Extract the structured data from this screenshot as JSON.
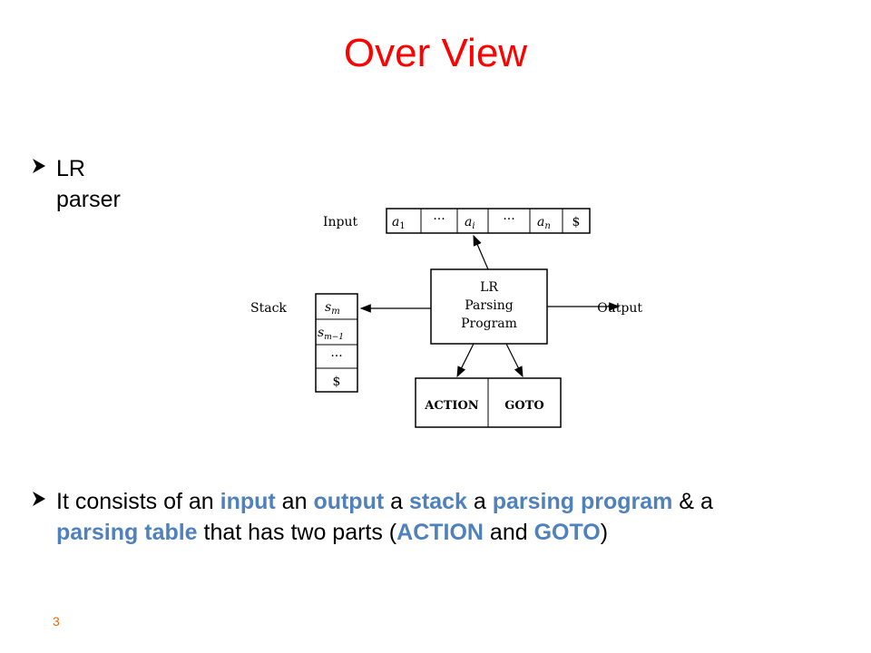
{
  "slide": {
    "title": "Over View",
    "page_number": "3"
  },
  "bullets": [
    {
      "marker": "arrow-bullet-icon",
      "text": "LR parser"
    },
    {
      "marker": "arrow-bullet-icon",
      "segments": [
        {
          "text": "It consists of an ",
          "style": "normal"
        },
        {
          "text": "input",
          "style": "highlight"
        },
        {
          "text": " an ",
          "style": "normal"
        },
        {
          "text": "output",
          "style": "highlight"
        },
        {
          "text": " a ",
          "style": "normal"
        },
        {
          "text": "stack",
          "style": "highlight"
        },
        {
          "text": " a ",
          "style": "normal"
        },
        {
          "text": "parsing program",
          "style": "highlight"
        },
        {
          "text": " & a",
          "style": "normal"
        }
      ],
      "segments_line2": [
        {
          "text": "parsing table",
          "style": "highlight"
        },
        {
          "text": " that has two parts (",
          "style": "normal"
        },
        {
          "text": "ACTION",
          "style": "highlight"
        },
        {
          "text": " and ",
          "style": "normal"
        },
        {
          "text": "GOTO",
          "style": "highlight"
        },
        {
          "text": ")",
          "style": "normal"
        }
      ]
    }
  ],
  "diagram": {
    "input_label": "Input",
    "input_cells": [
      "a1",
      "···",
      "ai",
      "···",
      "an",
      "$"
    ],
    "stack_label": "Stack",
    "stack_cells": [
      "sm",
      "sm−1",
      "···",
      "$"
    ],
    "program_lines": [
      "LR",
      "Parsing",
      "Program"
    ],
    "output_label": "Output",
    "table_cells": [
      "ACTION",
      "GOTO"
    ]
  },
  "colors": {
    "title": "#ff0000",
    "highlight": "#4f81bd",
    "page_number": "#e46c0a"
  }
}
